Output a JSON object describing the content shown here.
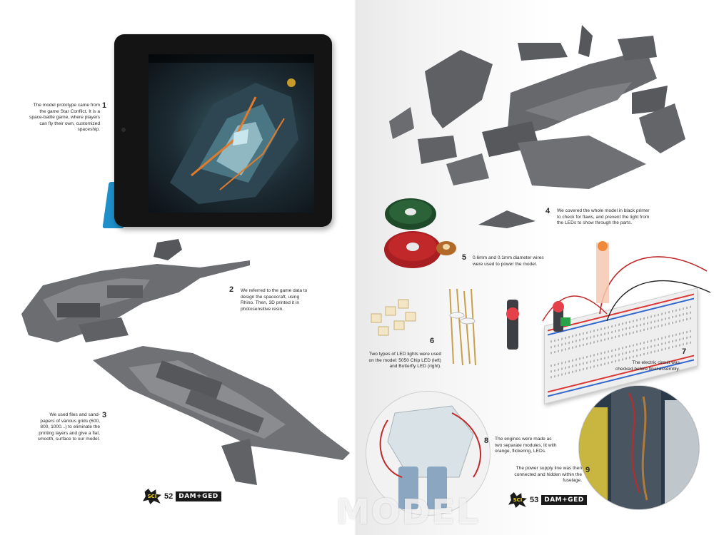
{
  "captions": {
    "c1": {
      "number": "1",
      "text": "The model prototype came from the game Star Conflict. It is a space-battle game, where players can fly their own, customized spaceship."
    },
    "c2": {
      "number": "2",
      "text": "We referred to the game data to design the spacecraft, using Rhino. Then, 3D printed it in photosensitive resin."
    },
    "c3": {
      "number": "3",
      "text": "We used files and sand-papers of various grids (600, 800, 1000...) to eliminate the printing layers and give a flat, smooth, surface to our model."
    },
    "c4": {
      "number": "4",
      "text": "We covered the whole model in black primer to check for flaws, and prevent the light from the LEDs to show through the parts."
    },
    "c5": {
      "number": "5",
      "text": "0.6mm and 0.1mm diameter wires were used to power the model."
    },
    "c6": {
      "number": "6",
      "text": "Two types of LED lights were used on the model: 5050 Chip LED (left) and Butterfly LED (right)."
    },
    "c7": {
      "number": "7",
      "text": "The electric circuit was checked before final assembly."
    },
    "c8": {
      "number": "8",
      "text": "The engines were made as two separate modules, lit with orange, flickering, LEDs."
    },
    "c9": {
      "number": "9",
      "text": "The power supply line was then connected and hidden within the fuselage."
    }
  },
  "footer": {
    "left": {
      "badge": "SCI",
      "page": "52",
      "brand": "DAM+GED"
    },
    "right": {
      "badge": "SCI",
      "page": "53",
      "brand": "DAM+GED"
    }
  },
  "watermark": "MODEL",
  "colors": {
    "primer_grey": "#5e6064",
    "resin_grey": "#7a7c80",
    "wire_red": "#c0282a",
    "wire_green": "#1f4a2a",
    "tablet_cover": "#1e8fc9",
    "led_orange": "#f08a3a"
  }
}
